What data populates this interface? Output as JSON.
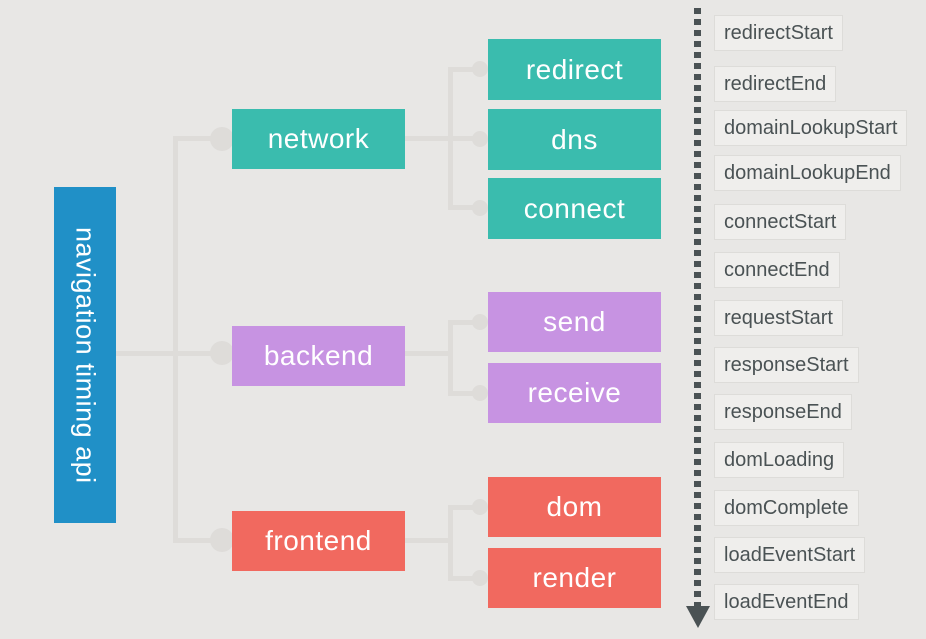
{
  "root": {
    "label": "navigation timing api"
  },
  "branches": [
    {
      "label": "network",
      "children": [
        "redirect",
        "dns",
        "connect"
      ]
    },
    {
      "label": "backend",
      "children": [
        "send",
        "receive"
      ]
    },
    {
      "label": "frontend",
      "children": [
        "dom",
        "render"
      ]
    }
  ],
  "timeline": {
    "events": [
      "redirectStart",
      "redirectEnd",
      "domainLookupStart",
      "domainLookupEnd",
      "connectStart",
      "connectEnd",
      "requestStart",
      "responseStart",
      "responseEnd",
      "domLoading",
      "domComplete",
      "loadEventStart",
      "loadEventEnd"
    ]
  },
  "colors": {
    "root-blue": "#2090c7",
    "network-teal": "#3abcae",
    "backend-purple": "#c793e2",
    "frontend-coral": "#f1695f",
    "background": "#e8e7e5",
    "connector-gray": "#dedcd9",
    "event-box-bg": "#efeeec",
    "event-box-border": "#dddcd9",
    "event-text": "#4a5254",
    "arrow-dark": "#4a5254",
    "node-text": "#ffffff"
  }
}
